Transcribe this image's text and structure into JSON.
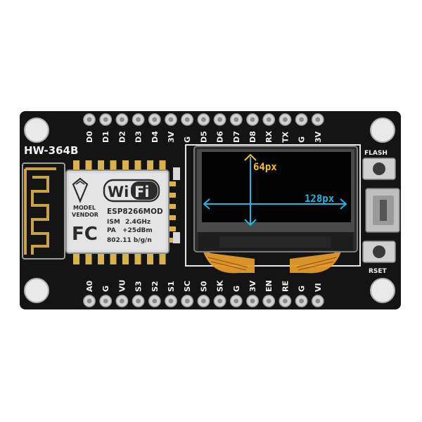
{
  "board": {
    "model_label": "HW-364B",
    "flash_label": "FLASH",
    "reset_label": "RSET",
    "colors": {
      "pcb": "#141414",
      "silkscreen": "#f2f2f2",
      "oled_text": "#f2c21b",
      "oled_arrow": "#1fb7e6",
      "flex_cable": "#e49a2a"
    }
  },
  "top_header": {
    "pins": [
      "D0",
      "D1",
      "D2",
      "D3",
      "D4",
      "3V",
      "G",
      "D5",
      "D6",
      "D7",
      "D8",
      "RX",
      "TX",
      "G",
      "3V"
    ]
  },
  "bottom_header": {
    "pins": [
      "A0",
      "G",
      "VU",
      "S3",
      "S2",
      "S1",
      "SC",
      "S0",
      "SK",
      "G",
      "3V",
      "EN",
      "RE",
      "G",
      "VI"
    ]
  },
  "module": {
    "logo_text": "Wi",
    "logo_fi": "Fi",
    "brand": "MODEL",
    "vendor": "VENDOR",
    "fc": "FC",
    "name": "ESP8266MOD",
    "ism_label": "ISM",
    "ism_value": "2.4GHz",
    "pa_label": "PA",
    "pa_value": "+25dBm",
    "std": "802.11 b/g/n"
  },
  "oled": {
    "height_label": "64px",
    "width_label": "128px"
  }
}
